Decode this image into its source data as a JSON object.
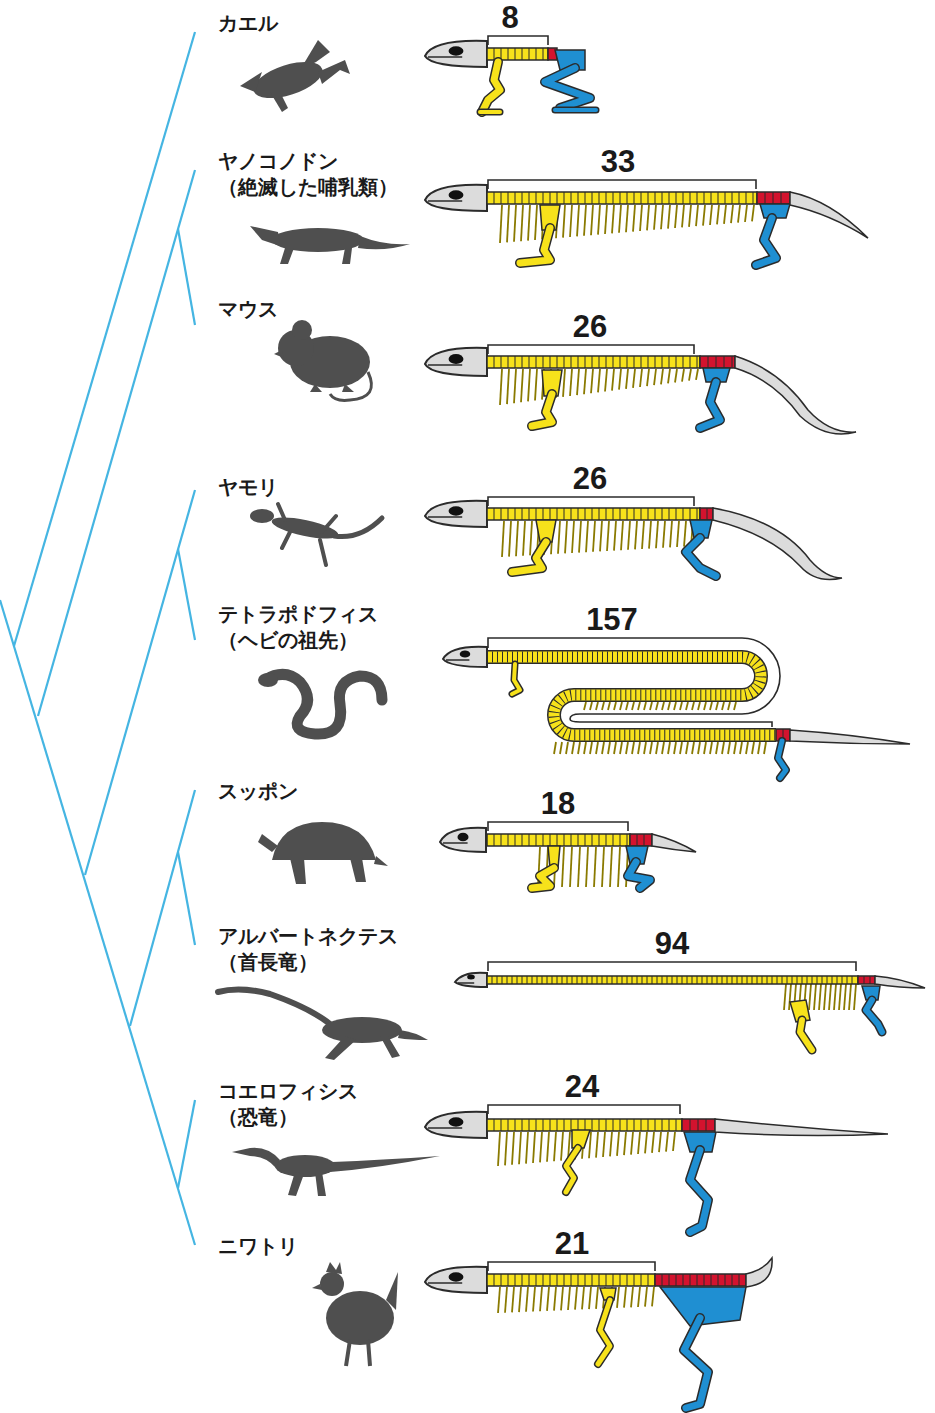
{
  "diagram": {
    "labels": [
      "カエル",
      "8",
      "ヤノコノドン （絶滅した哺乳類）",
      "33",
      "マウス",
      "26",
      "ヤモリ",
      "26",
      "テトラポドフィス （ヘビの祖先）",
      "157",
      "スッポン",
      "18",
      "アルバートネクテス （首長竜）",
      "94",
      "コエロフィシス （恐竜）",
      "24",
      "ニワトリ",
      "21"
    ]
  }
}
